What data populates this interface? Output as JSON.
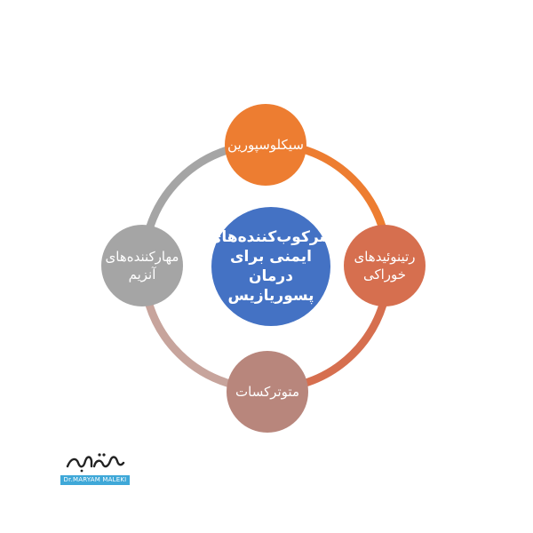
{
  "diagram": {
    "center": {
      "label": "سرکوب‌کننده‌های\nایمنی برای درمان\nپسوریازیس",
      "color": "#4472c4"
    },
    "nodes": [
      {
        "label": "سیکلوسپورین",
        "color": "#ed7d31"
      },
      {
        "label": "رتینوئیدهای\nخوراکی",
        "color": "#d66f4f"
      },
      {
        "label": "متوترکسات",
        "color": "#b8867c"
      },
      {
        "label": "مهارکننده‌های\nآنزیم",
        "color": "#a5a5a5"
      }
    ],
    "arc_colors": {
      "top_right": "#ed7d31",
      "bottom_right": "#d66f4f",
      "bottom_left": "#b8867c",
      "top_left": "#a5a5a5"
    }
  },
  "brand": {
    "logo_text": "Dr.MARYAM MALEKI",
    "logo_color": "#3fa8d8",
    "logo_icon": "maryam-maleki-signature-logo"
  }
}
